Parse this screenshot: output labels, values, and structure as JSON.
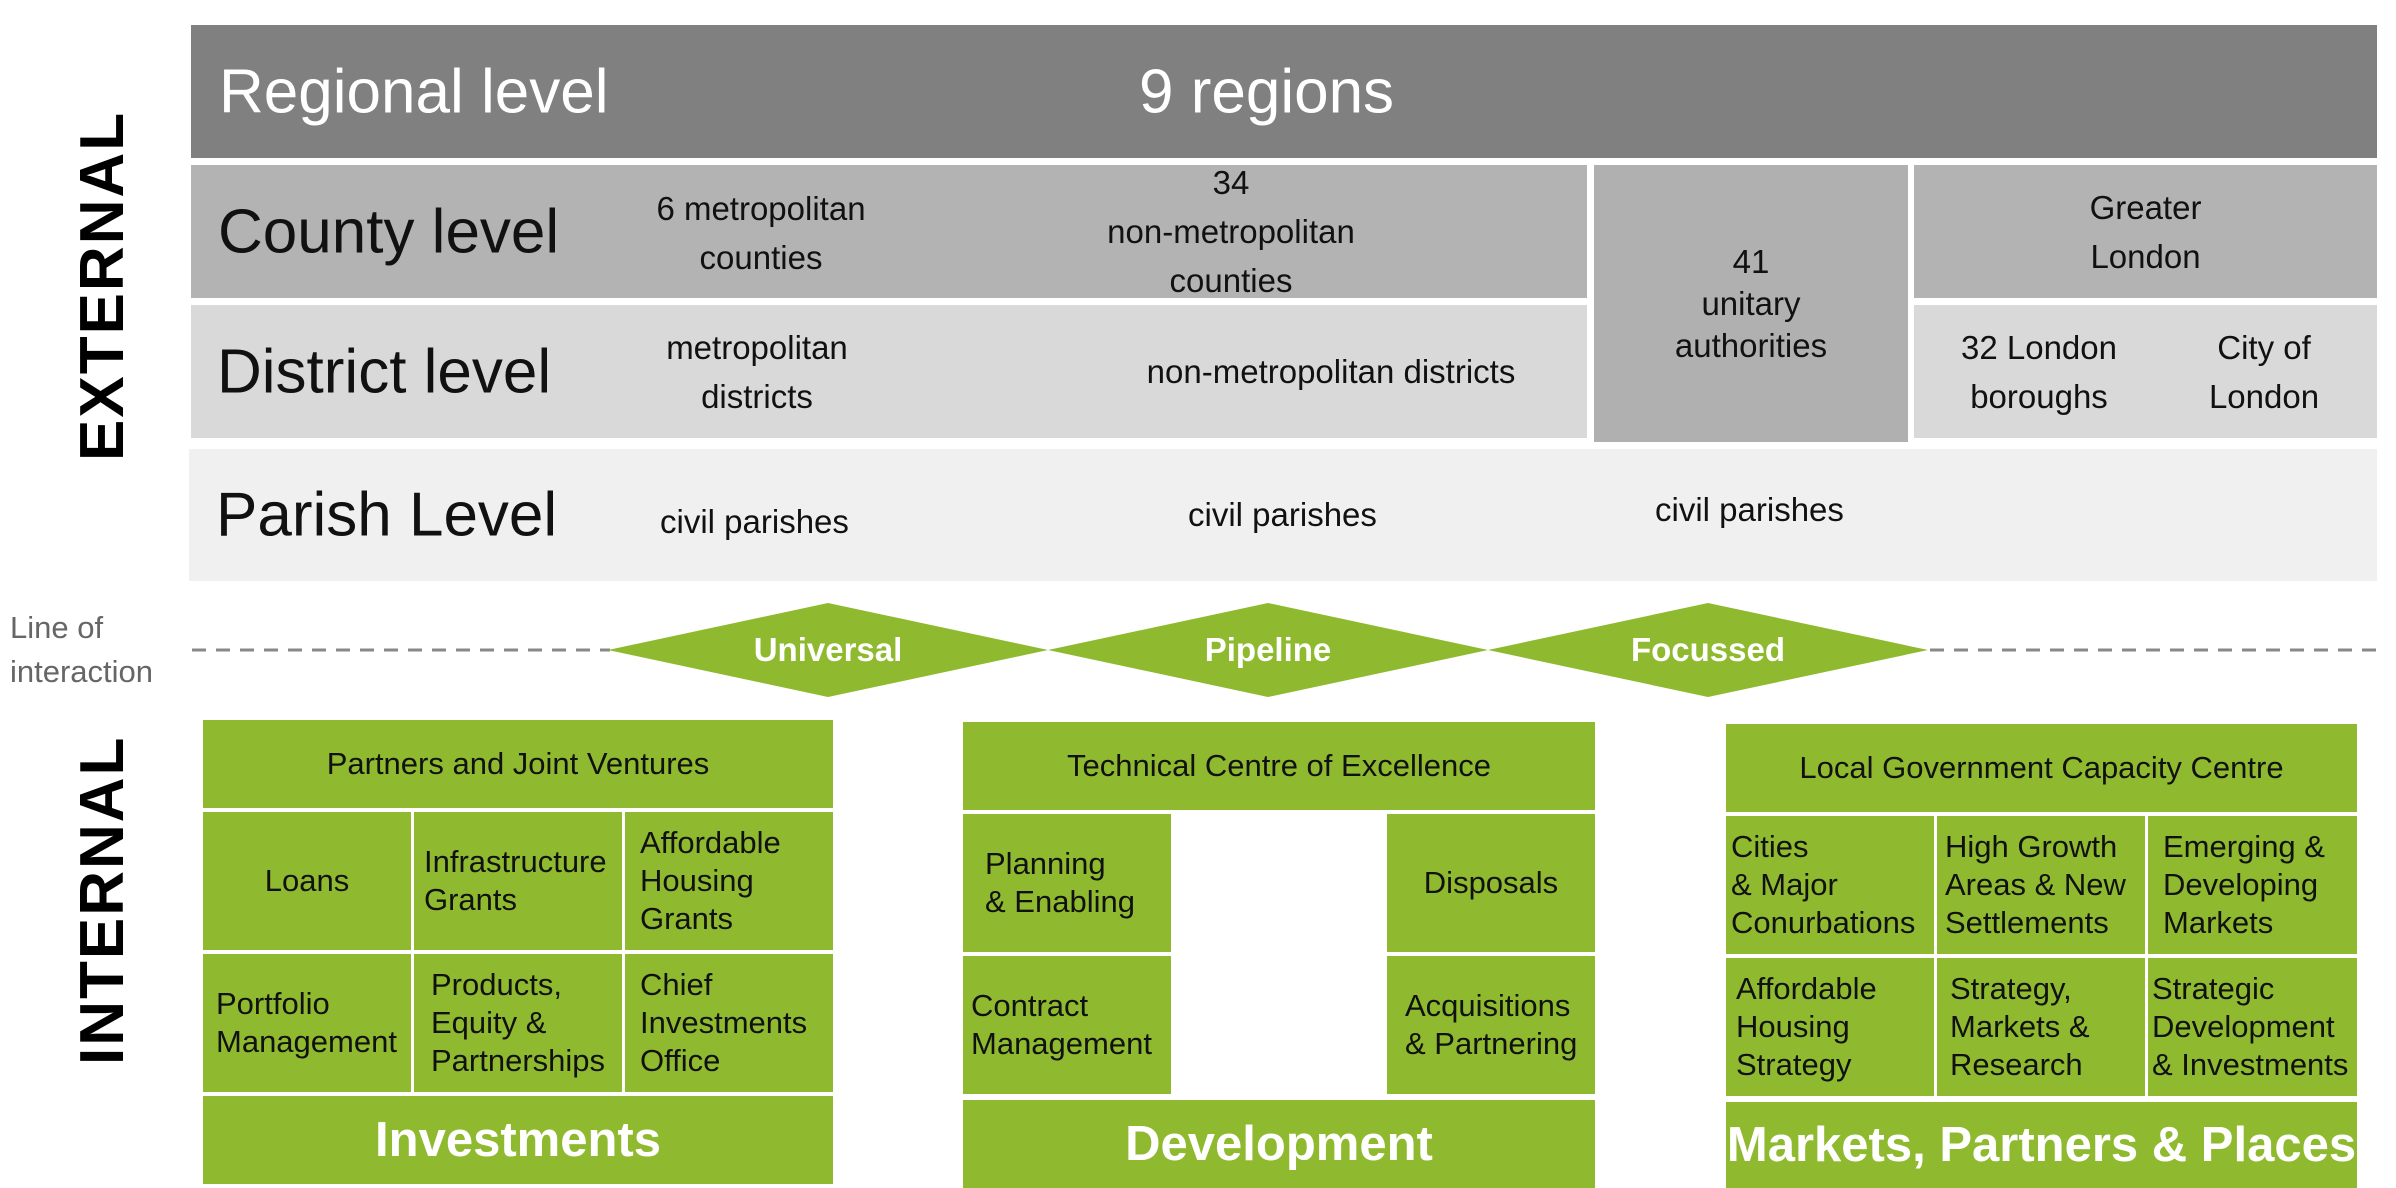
{
  "external_label": "EXTERNAL",
  "internal_label": "INTERNAL",
  "regional": {
    "label": "Regional level",
    "value": "9 regions"
  },
  "county": {
    "label": "County level",
    "metropolitan": "6 metropolitan\ncounties",
    "non_metropolitan": "34\nnon-metropolitan\ncounties",
    "greater_london": "Greater\nLondon"
  },
  "unitary": "41\nunitary\nauthorities",
  "district": {
    "label": "District level",
    "metropolitan": "metropolitan\ndistricts",
    "non_metropolitan": "non-metropolitan districts",
    "london_boroughs": "32 London\nboroughs",
    "city_of_london": "City of\nLondon"
  },
  "parish": {
    "label": "Parish Level",
    "col1": "civil parishes",
    "col2": "civil parishes",
    "col3": "civil parishes"
  },
  "line_of_interaction": "Line of\ninteraction",
  "diamonds": [
    "Universal",
    "Pipeline",
    "Focussed"
  ],
  "investments": {
    "header": "Partners and Joint Ventures",
    "cells": [
      "Loans",
      "Infrastructure\nGrants",
      "Affordable\nHousing\nGrants",
      "Portfolio\nManagement",
      "Products,\nEquity &\nPartnerships",
      "Chief\nInvestments\nOffice"
    ],
    "footer": "Investments"
  },
  "development": {
    "header": "Technical Centre of Excellence",
    "cells": [
      "Planning\n& Enabling",
      "Disposals",
      "Contract\nManagement",
      "Acquisitions\n& Partnering"
    ],
    "footer": "Development"
  },
  "markets": {
    "header": "Local Government Capacity Centre",
    "cells": [
      "Cities\n& Major\nConurbations",
      "High Growth\nAreas & New\nSettlements",
      "Emerging &\nDeveloping\nMarkets",
      "Affordable\nHousing\nStrategy",
      "Strategy,\nMarkets &\nResearch",
      "Strategic\nDevelopment\n& Investments"
    ],
    "footer": "Markets, Partners & Places"
  },
  "colors": {
    "regional_bg": "#808080",
    "county_bg": "#b3b3b3",
    "district_bg": "#d9d9d9",
    "unitary_bg": "#b0b0b0",
    "parish_bg": "#f0f0f0",
    "green": "#8fba2f"
  }
}
